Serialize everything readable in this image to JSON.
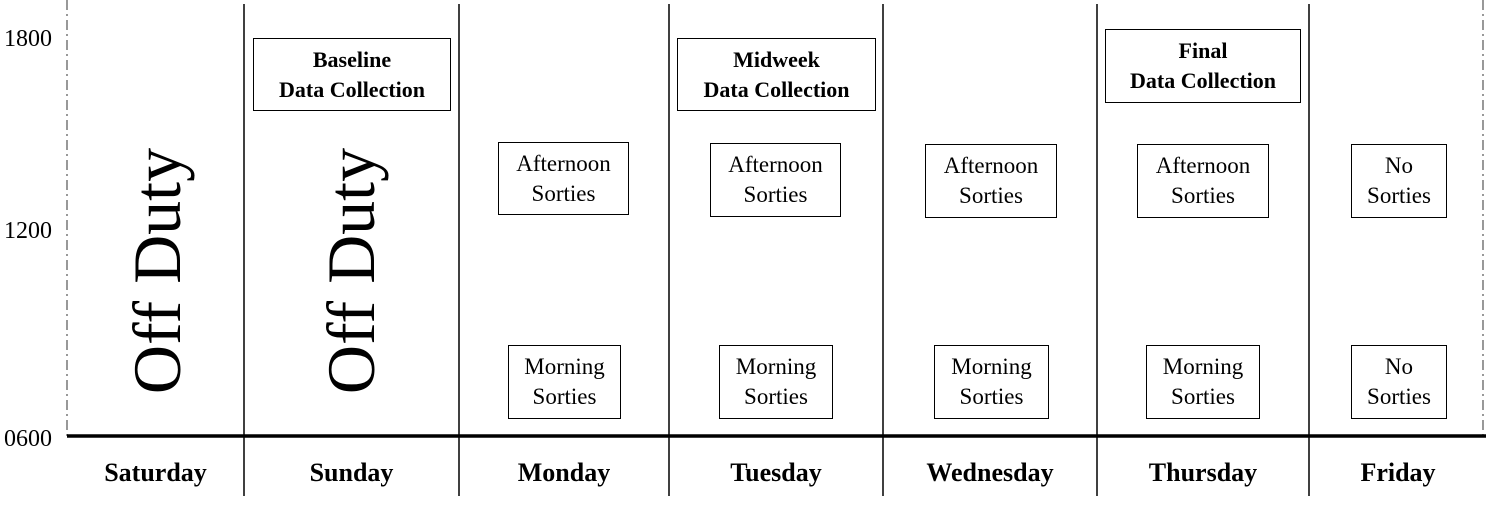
{
  "y_axis": {
    "ticks": [
      "1800",
      "1200",
      "0600"
    ]
  },
  "days": [
    "Saturday",
    "Sunday",
    "Monday",
    "Tuesday",
    "Wednesday",
    "Thursday",
    "Friday"
  ],
  "off_duty": {
    "saturday": "Off Duty",
    "sunday": "Off Duty"
  },
  "data_collection": {
    "baseline": "Baseline\nData Collection",
    "midweek": "Midweek\nData Collection",
    "final": "Final\nData Collection"
  },
  "sorties": {
    "monday": {
      "afternoon": "Afternoon\nSorties",
      "morning": "Morning\nSorties"
    },
    "tuesday": {
      "afternoon": "Afternoon\nSorties",
      "morning": "Morning\nSorties"
    },
    "wednesday": {
      "afternoon": "Afternoon\nSorties",
      "morning": "Morning\nSorties"
    },
    "thursday": {
      "afternoon": "Afternoon\nSorties",
      "morning": "Morning\nSorties"
    },
    "friday": {
      "afternoon": "No\nSorties",
      "morning": "No\nSorties"
    }
  }
}
